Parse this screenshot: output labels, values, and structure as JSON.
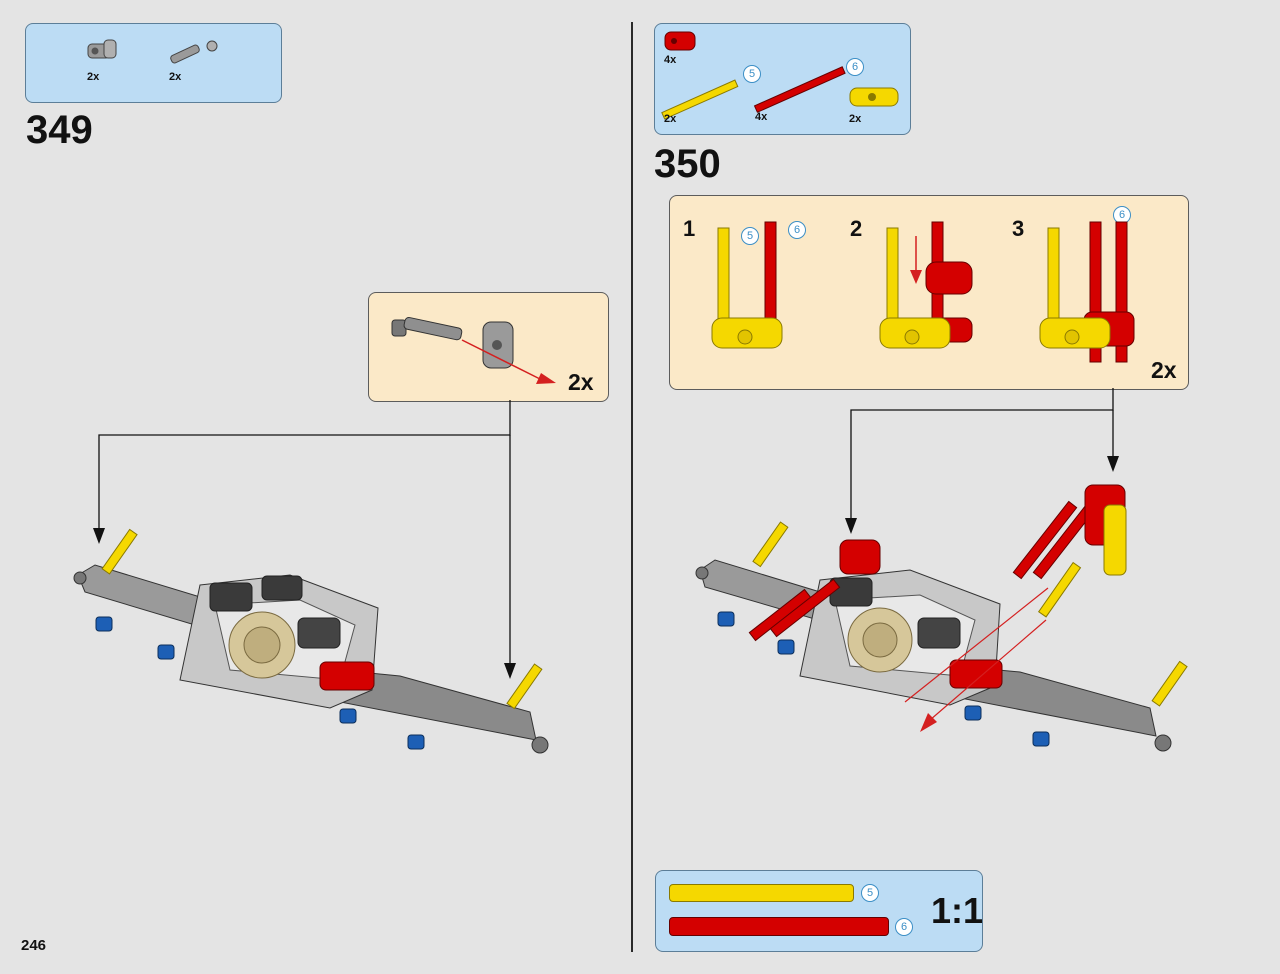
{
  "page_number": "246",
  "step_349": {
    "number": "349",
    "parts": [
      {
        "qty": "2x",
        "icon": "connector-icon"
      },
      {
        "qty": "2x",
        "icon": "pin-icon"
      }
    ],
    "sub_multiplier": "2x"
  },
  "step_350": {
    "number": "350",
    "parts": [
      {
        "qty": "4x",
        "icon": "red-bushing-icon"
      },
      {
        "qty": "2x",
        "icon": "yellow-axle-icon",
        "length": "5"
      },
      {
        "qty": "4x",
        "icon": "red-axle-icon",
        "length": "6"
      },
      {
        "qty": "2x",
        "icon": "yellow-connector-icon"
      }
    ],
    "part_lengths": {
      "yellow": "5",
      "red": "6"
    },
    "substeps": [
      {
        "label": "1",
        "badges": [
          "5",
          "6"
        ]
      },
      {
        "label": "2",
        "badges": []
      },
      {
        "label": "3",
        "badges": [
          "6"
        ]
      }
    ],
    "sub_multiplier": "2x"
  },
  "scale_box": {
    "yellow_length": "5",
    "red_length": "6",
    "ratio": "1:1"
  },
  "colors": {
    "background": "#e4e4e4",
    "parts_box": "#bcdcf4",
    "subassembly_box": "#fbe9c8",
    "yellow_part": "#f5d800",
    "red_part": "#d40000",
    "gray_part": "#8a8a8a",
    "blue_pin": "#1d5fb5",
    "badge": "#3c8fc6"
  }
}
